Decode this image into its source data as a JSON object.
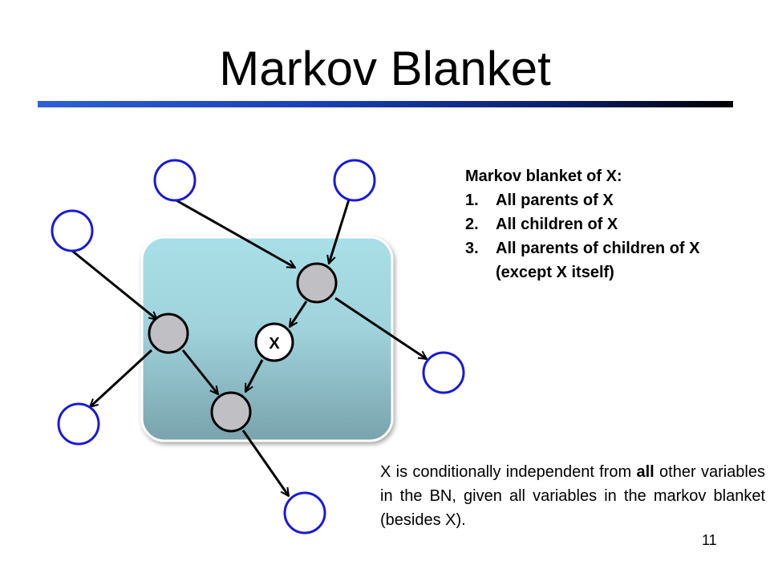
{
  "slide": {
    "title": "Markov Blanket",
    "page_number": "11"
  },
  "legend": {
    "heading": "Markov blanket of X:",
    "items": [
      {
        "number": "1.",
        "text": "All parents of X"
      },
      {
        "number": "2.",
        "text": "All children of X"
      },
      {
        "number": "3.",
        "text": "All parents of children of X"
      }
    ],
    "continuation": "(except X itself)"
  },
  "note": {
    "before": "X is conditionally independent from ",
    "emphasis": "all",
    "after": " other variables in the BN, given all variables in the markov blanket (besides X)."
  },
  "diagram": {
    "x_node_label": "X",
    "colors": {
      "outer_node_border": "#1a1ad6",
      "blanket_node_fill": "#c0c0c4",
      "blanket_region_top": "#a8dde6",
      "blanket_region_bottom": "#79a3ad",
      "edge": "#000000"
    }
  }
}
